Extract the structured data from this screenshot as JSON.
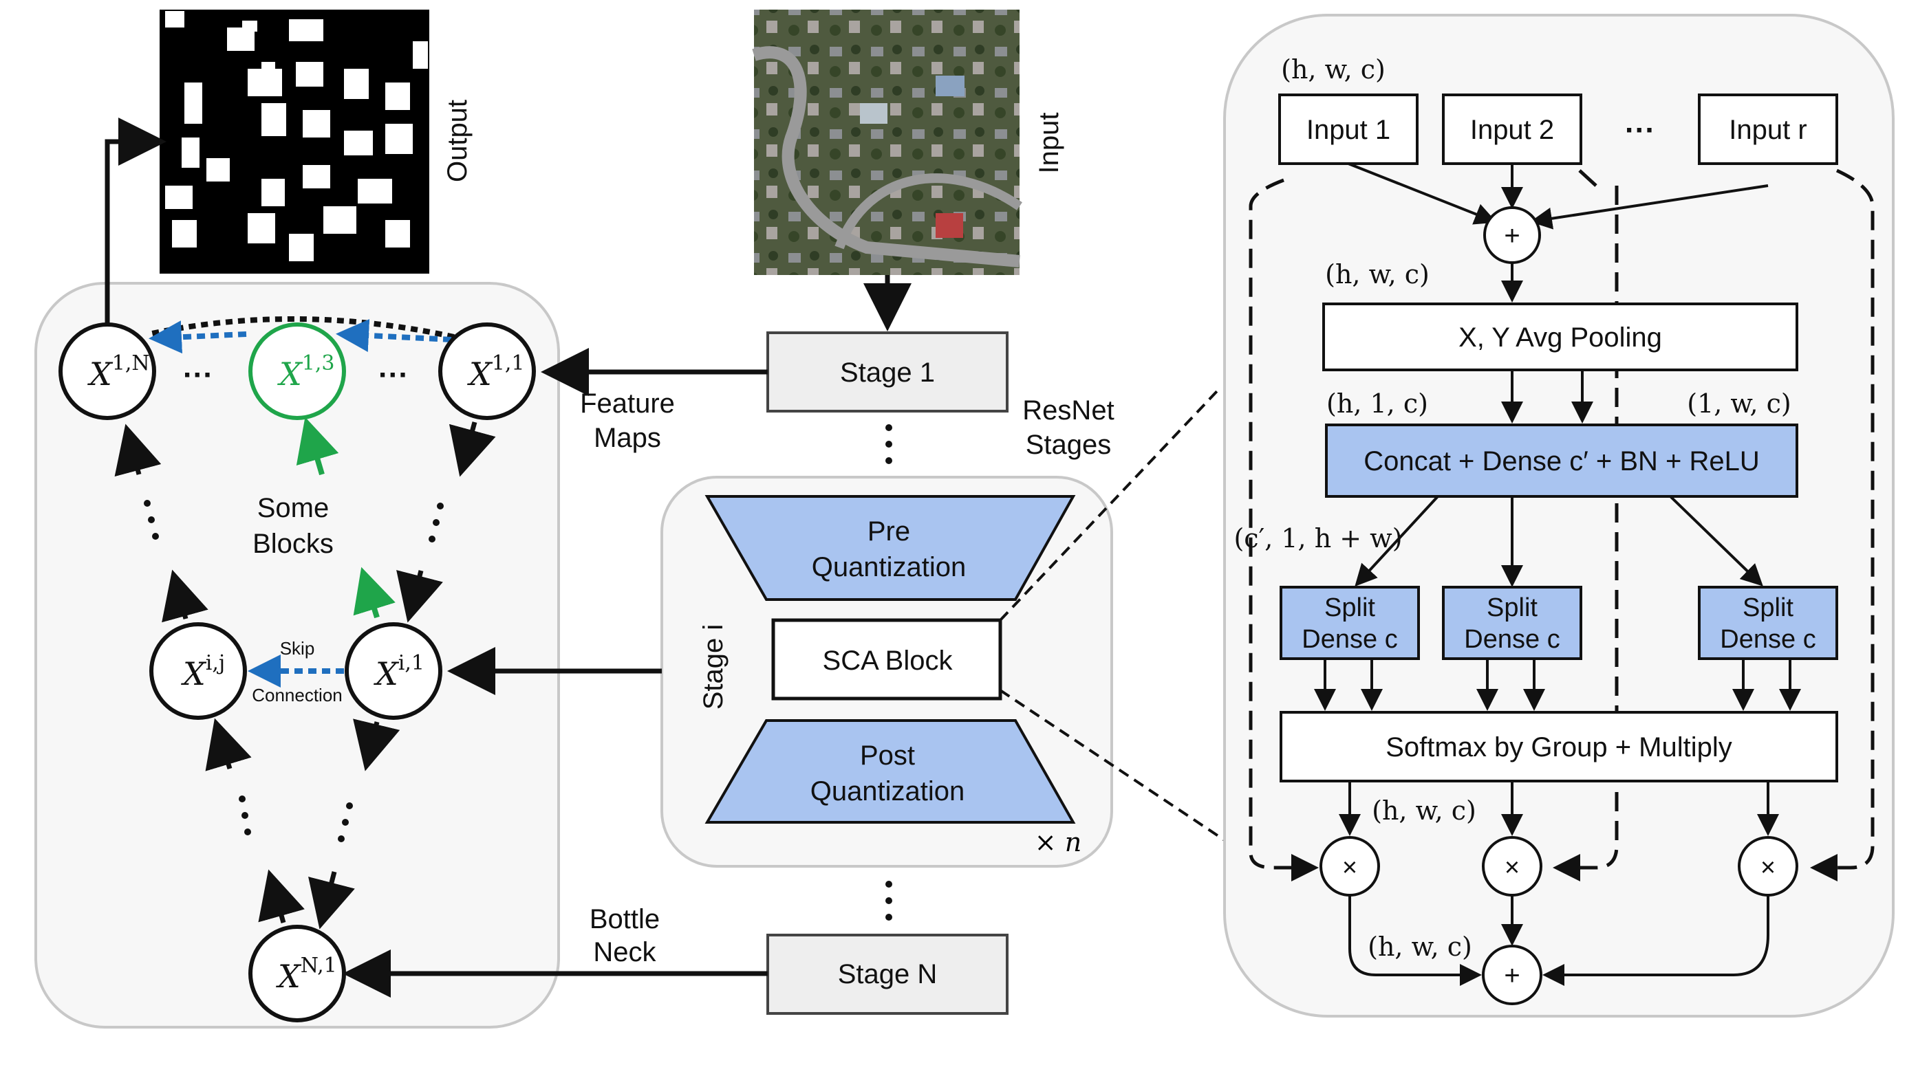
{
  "input_label": "Input",
  "output_label": "Output",
  "stages": {
    "stage1": "Stage 1",
    "stageN": "Stage N",
    "stage_i": "Stage i",
    "resnet_stages": [
      "ResNet",
      "Stages"
    ],
    "times_n": "× n",
    "pre_quant": [
      "Pre",
      "Quantization"
    ],
    "post_quant": [
      "Post",
      "Quantization"
    ],
    "sca_block": "SCA Block"
  },
  "decoder": {
    "feature_maps": [
      "Feature",
      "Maps"
    ],
    "bottleneck": [
      "Bottle",
      "Neck"
    ],
    "some_blocks": [
      "Some",
      "Blocks"
    ],
    "skip": "Skip",
    "connection": "Connection",
    "nodes": {
      "x1N": {
        "base": "X",
        "sup": "1,N"
      },
      "x13": {
        "base": "X",
        "sup": "1,3"
      },
      "x11": {
        "base": "X",
        "sup": "1,1"
      },
      "xij": {
        "base": "X",
        "sup": "i,j"
      },
      "xi1": {
        "base": "X",
        "sup": "i,1"
      },
      "xN1": {
        "base": "X",
        "sup": "N,1"
      }
    },
    "ellipsis": "···"
  },
  "sca": {
    "inputs": [
      "Input 1",
      "Input 2",
      "Input r"
    ],
    "input_ellipsis": "···",
    "dims": {
      "in": "(h, w, c)",
      "after_sum": "(h, w, c)",
      "h1c": "(h, 1, c)",
      "1wc": "(1, w, c)",
      "cprime": "(c′, 1, h + w)",
      "after_softmax": "(h, w, c)",
      "after_mult": "(h, w, c)"
    },
    "pool": "X, Y Avg Pooling",
    "concat": "Concat + Dense c′ + BN + ReLU",
    "split": [
      "Split",
      "Dense c"
    ],
    "softmax": "Softmax by Group + Multiply",
    "plus": "+",
    "times": "×"
  },
  "colors": {
    "blue_fill": "#a9c4f0",
    "stage_fill": "#eeeeee",
    "panel_fill": "#f7f7f7",
    "panel_stroke": "#c8c8c8",
    "green": "#1fa54a",
    "skip_blue": "#1f6fbf"
  }
}
